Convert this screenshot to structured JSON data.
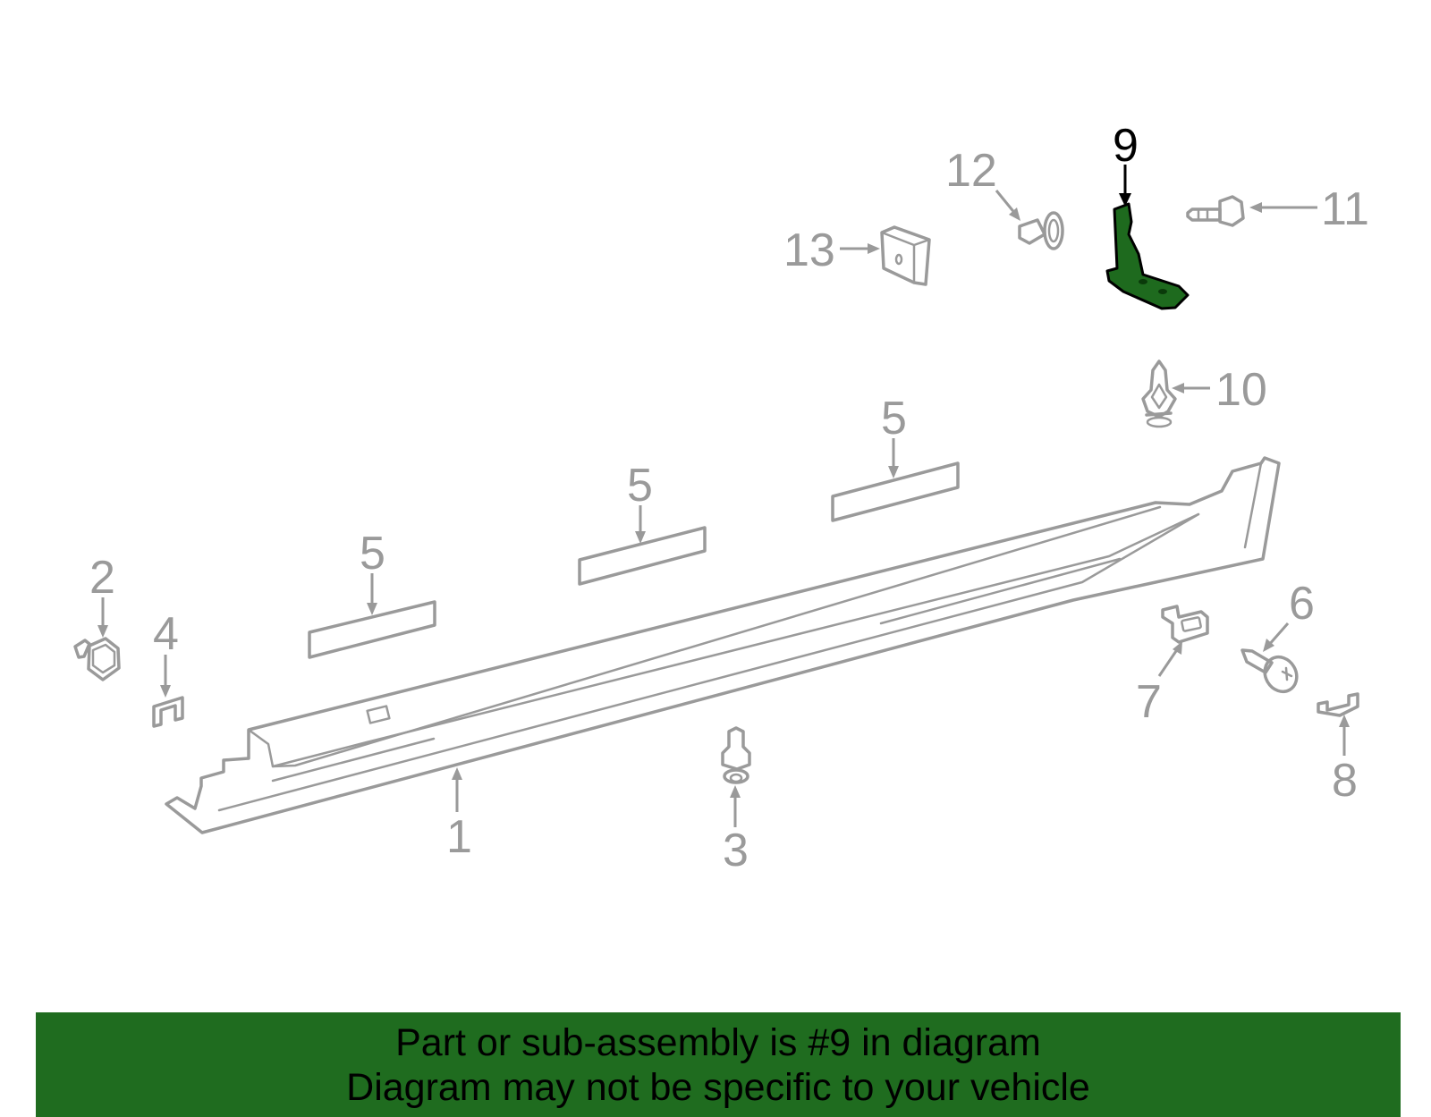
{
  "diagram": {
    "highlighted_part": "9",
    "callouts": {
      "c1": "1",
      "c2": "2",
      "c3": "3",
      "c4": "4",
      "c5a": "5",
      "c5b": "5",
      "c5c": "5",
      "c6": "6",
      "c7": "7",
      "c8": "8",
      "c9": "9",
      "c10": "10",
      "c11": "11",
      "c12": "12",
      "c13": "13"
    },
    "colors": {
      "line_gray": "#9a9a9a",
      "highlight_green": "#1e6a1e",
      "banner_green": "#1f6c1f"
    }
  },
  "banner": {
    "line1": "Part or sub-assembly is #9 in diagram",
    "line2": "Diagram may not be specific to your vehicle"
  }
}
